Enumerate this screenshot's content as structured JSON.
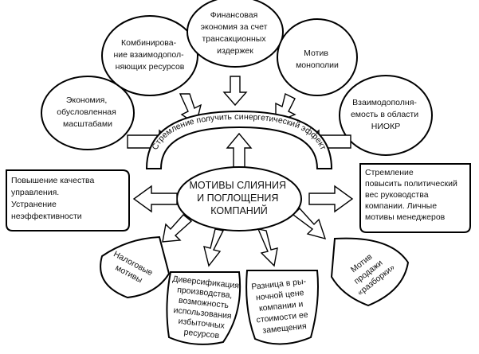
{
  "center": {
    "lines": [
      "МОТИВЫ СЛИЯНИЯ",
      "И ПОГЛОЩЕНИЯ",
      "КОМПАНИЙ"
    ]
  },
  "synergy_arc": {
    "label": "Стремление получить синергетический эффект"
  },
  "top_circles": [
    {
      "lines": [
        "Экономия,",
        "обусловленная",
        "масштабами"
      ]
    },
    {
      "lines": [
        "Комбинирова-",
        "ние взаимодопол-",
        "няющих ресурсов"
      ]
    },
    {
      "lines": [
        "Финансовая",
        "экономия за счет",
        "трансакционных",
        "издержек"
      ]
    },
    {
      "lines": [
        "Мотив",
        "монополии"
      ]
    },
    {
      "lines": [
        "Взаимодополня-",
        "емость в области",
        "НИОКР"
      ]
    }
  ],
  "left_box": {
    "lines": [
      "Повышение качества",
      "управления.",
      "Устранение",
      "неэффективности"
    ]
  },
  "right_box": {
    "lines": [
      "Стремление",
      "повысить политический",
      "вес руководства",
      "компании. Личные",
      "мотивы менеджеров"
    ]
  },
  "bottom_petals": [
    {
      "lines": [
        "Налоговые",
        "мотивы"
      ]
    },
    {
      "lines": [
        "Диверсификация",
        "производства,",
        "возможность",
        "использования",
        "избыточных",
        "ресурсов"
      ]
    },
    {
      "lines": [
        "Разница в ры-",
        "ночной цене",
        "компании и",
        "стоимости ее",
        "замещения"
      ]
    },
    {
      "lines": [
        "Мотив",
        "продажи",
        "«разборки»"
      ]
    }
  ],
  "colors": {
    "stroke": "#000000",
    "fill": "#ffffff",
    "text": "#111111"
  }
}
